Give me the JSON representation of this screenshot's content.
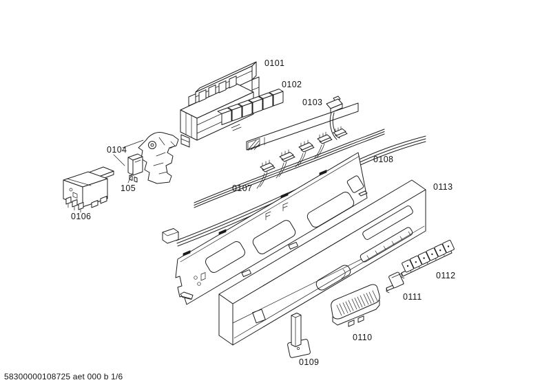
{
  "page": {
    "background_color": "#ffffff",
    "line_color": "#1c1c1c",
    "footer": "58300000108725 aet 000 b 1/6"
  },
  "diagram": {
    "type": "exploded-parts-diagram",
    "subject": "dishwasher control panel assembly",
    "callouts": [
      {
        "label": "0101"
      },
      {
        "label": "0102"
      },
      {
        "label": "0103"
      },
      {
        "label": "0104"
      },
      {
        "label": "105"
      },
      {
        "label": "0106"
      },
      {
        "label": "0107"
      },
      {
        "label": "0108"
      },
      {
        "label": "0109"
      },
      {
        "label": "0110"
      },
      {
        "label": "0111"
      },
      {
        "label": "0112"
      },
      {
        "label": "0113"
      }
    ]
  }
}
